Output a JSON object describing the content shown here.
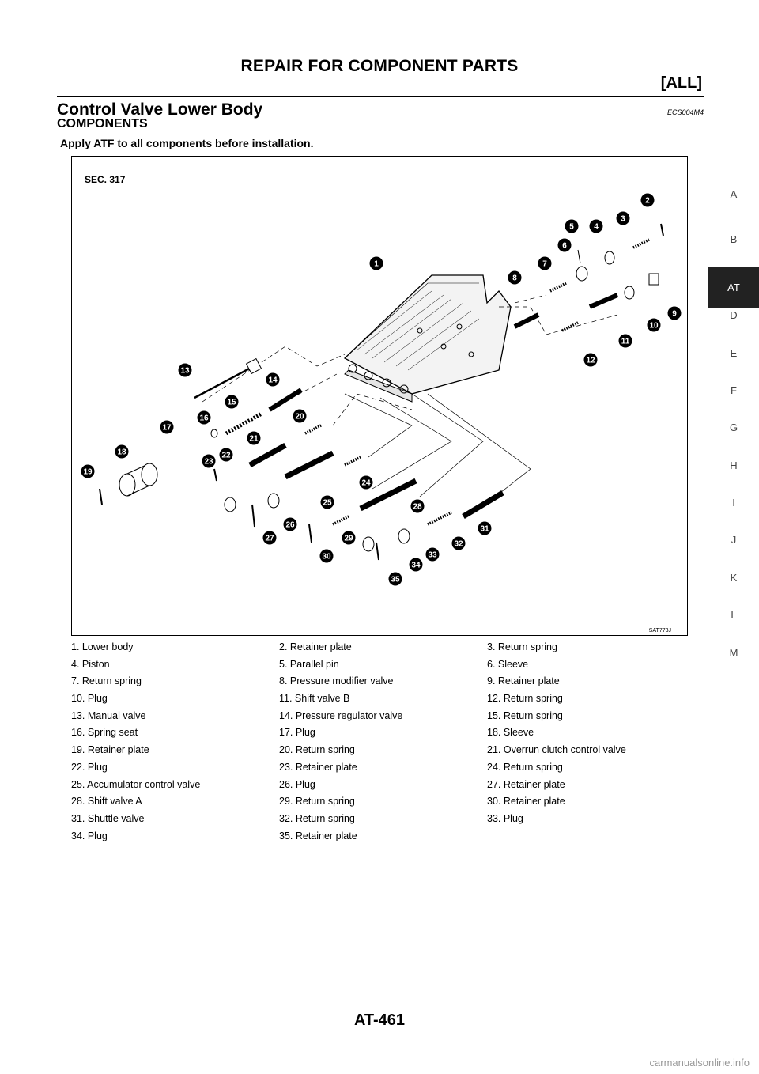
{
  "header": {
    "title": "REPAIR FOR COMPONENT PARTS",
    "subtitle": "[ALL]"
  },
  "section": {
    "title": "Control Valve Lower Body",
    "code": "ECS004M4"
  },
  "subsection": "COMPONENTS",
  "note": "Apply ATF to all components before installation.",
  "figure": {
    "sec_label": "SEC. 317",
    "code": "SAT773J",
    "callouts": [
      "1",
      "2",
      "3",
      "4",
      "5",
      "6",
      "7",
      "8",
      "9",
      "10",
      "11",
      "12",
      "13",
      "14",
      "15",
      "16",
      "17",
      "18",
      "19",
      "20",
      "21",
      "22",
      "23",
      "24",
      "25",
      "26",
      "27",
      "28",
      "29",
      "30",
      "31",
      "32",
      "33",
      "34",
      "35"
    ]
  },
  "legend": [
    "1. Lower body",
    "2. Retainer plate",
    "3. Return spring",
    "4. Piston",
    "5. Parallel pin",
    "6. Sleeve",
    "7. Return spring",
    "8. Pressure modifier valve",
    "9. Retainer plate",
    "10. Plug",
    "11. Shift valve B",
    "12. Return spring",
    "13. Manual valve",
    "14. Pressure regulator valve",
    "15. Return spring",
    "16. Spring seat",
    "17. Plug",
    "18. Sleeve",
    "19. Retainer plate",
    "20. Return spring",
    "21. Overrun clutch control valve",
    "22. Plug",
    "23. Retainer plate",
    "24. Return spring",
    "25. Accumulator control valve",
    "26. Plug",
    "27. Retainer plate",
    "28. Shift valve A",
    "29. Return spring",
    "30. Retainer plate",
    "31. Shuttle valve",
    "32. Return spring",
    "33. Plug",
    "34. Plug",
    "35. Retainer plate"
  ],
  "side_nav": [
    "A",
    "B",
    "AT",
    "D",
    "E",
    "F",
    "G",
    "H",
    "I",
    "J",
    "K",
    "L",
    "M"
  ],
  "side_nav_active": "AT",
  "page_number": "AT-461",
  "watermark": "carmanualsonline.info"
}
